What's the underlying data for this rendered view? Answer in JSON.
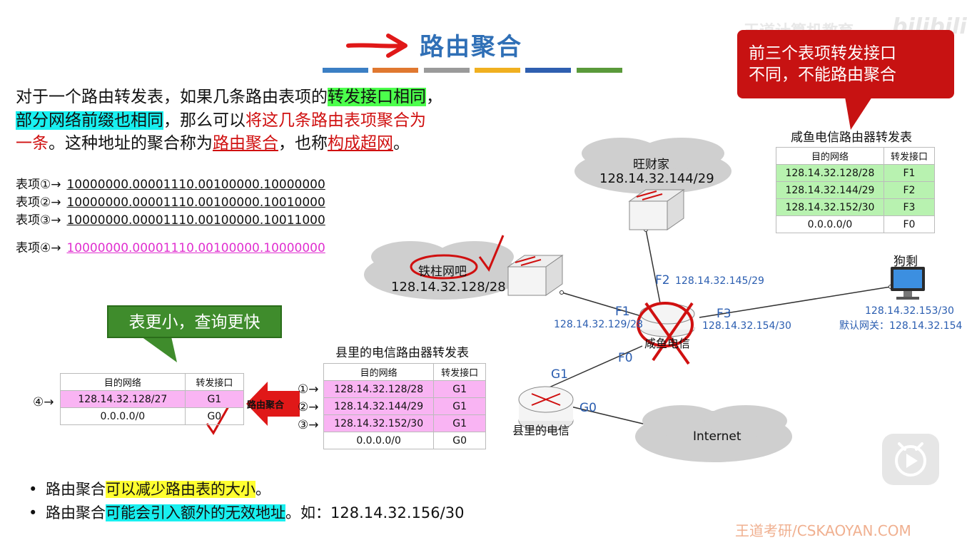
{
  "title": "路由聚合",
  "watermark": {
    "top": "王道计算机教育",
    "bottom": "王道考研/CSKAOYAN.COM",
    "logo": "bilibili"
  },
  "intro": {
    "l1a": "对于一个路由转发表，如果几条路由表项的",
    "l1b": "转发接口相同",
    "l1c": "，",
    "l2a": "部分网络前缀也相同",
    "l2b": "，那么可以",
    "l2c": "将这几条路由表项聚合为",
    "l3a": "一条",
    "l3b": "。这种地址的聚合称为",
    "l3c": "路由聚合",
    "l3d": "，也称",
    "l3e": "构成超网",
    "l3f": "。"
  },
  "entries": [
    {
      "label": "表项①→",
      "bits": "10000000.00001110.00100000.10000000"
    },
    {
      "label": "表项②→",
      "bits": "10000000.00001110.00100000.10010000"
    },
    {
      "label": "表项③→",
      "bits": "10000000.00001110.00100000.10011000"
    },
    {
      "label": "表项④→",
      "bits": "10000000.00001110.00100000.10000000"
    }
  ],
  "red_callout": {
    "line1": "前三个表项转发接口",
    "line2": "不同，不能路由聚合"
  },
  "green_callout": "表更小，查询更快",
  "xianyu_table": {
    "title": "咸鱼电信路由器转发表",
    "headers": [
      "目的网络",
      "转发接口"
    ],
    "rows": [
      [
        "128.14.32.128/28",
        "F1"
      ],
      [
        "128.14.32.144/29",
        "F2"
      ],
      [
        "128.14.32.152/30",
        "F3"
      ],
      [
        "0.0.0.0/0",
        "F0"
      ]
    ]
  },
  "county_table": {
    "title": "县里的电信路由器转发表",
    "headers": [
      "目的网络",
      "转发接口"
    ],
    "markers": [
      "①→",
      "②→",
      "③→"
    ],
    "rows": [
      [
        "128.14.32.128/28",
        "G1"
      ],
      [
        "128.14.32.144/29",
        "G1"
      ],
      [
        "128.14.32.152/30",
        "G1"
      ],
      [
        "0.0.0.0/0",
        "G0"
      ]
    ]
  },
  "agg_table": {
    "headers": [
      "目的网络",
      "转发接口"
    ],
    "marker": "④→",
    "rows": [
      [
        "128.14.32.128/27",
        "G1"
      ],
      [
        "0.0.0.0/0",
        "G0"
      ]
    ]
  },
  "agg_arrow_label": "路由聚合",
  "network": {
    "wangcaijia": {
      "name": "旺财家",
      "net": "128.14.32.144/29"
    },
    "tiezhu": {
      "name": "铁柱网吧",
      "net": "128.14.32.128/28"
    },
    "goushen": {
      "name": "狗剩",
      "ip": "128.14.32.153/30",
      "gw": "默认网关：128.14.32.154"
    },
    "xianyu": "咸鱼电信",
    "county": "县里的电信",
    "internet": "Internet",
    "ports": {
      "F2": "F2",
      "F2ip": "128.14.32.145/29",
      "F1": "F1",
      "F1ip": "128.14.32.129/28",
      "F3": "F3",
      "F3ip": "128.14.32.154/30",
      "F0": "F0",
      "G1": "G1",
      "G0": "G0"
    }
  },
  "bullets": [
    {
      "a": "路由聚合",
      "b": "可以减少路由表的大小",
      "c": "。"
    },
    {
      "a": "路由聚合",
      "b": "可能会引入额外的无效地址",
      "c": "。如：128.14.32.156/30"
    }
  ],
  "colors": {
    "title": "#2f6fb6",
    "bars": [
      "#3b7fc4",
      "#e07830",
      "#9a9a9a",
      "#f0b020",
      "#2f5fb0",
      "#5a9a3a"
    ]
  }
}
